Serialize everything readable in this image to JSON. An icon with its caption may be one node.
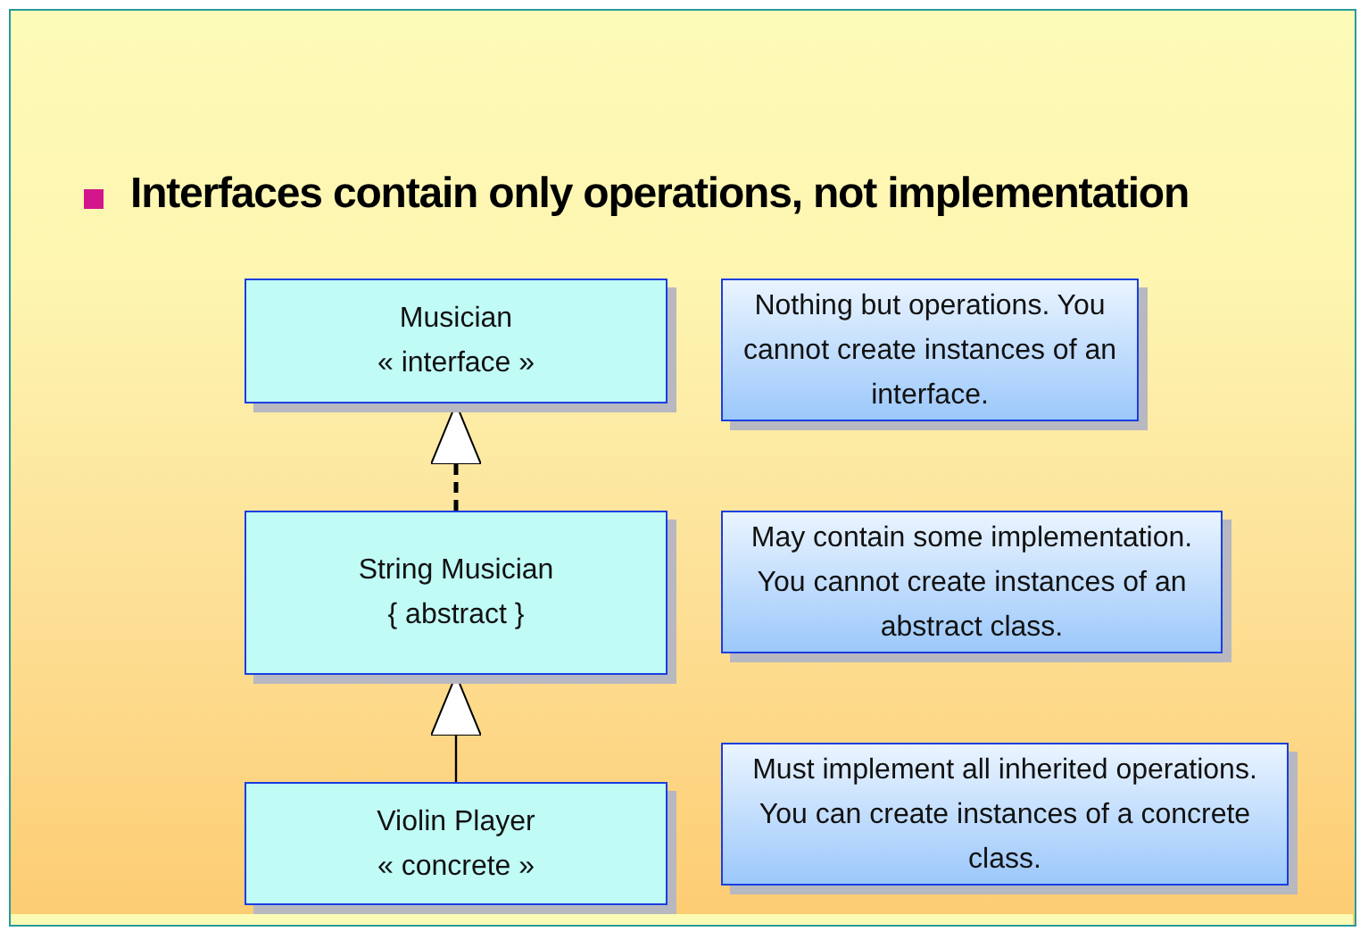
{
  "diagram": {
    "title": "Interfaces contain only operations, not implementation",
    "nodes": [
      {
        "text": [
          "Musician",
          "« interface »"
        ]
      },
      {
        "text": [
          "Nothing but operations. You cannot create instances of an interface."
        ]
      },
      {
        "text": [
          "String Musician",
          "{ abstract }"
        ]
      },
      {
        "text": [
          "May contain some implementation. You cannot create instances of an abstract class."
        ]
      },
      {
        "text": [
          "Violin Player",
          "« concrete »"
        ]
      },
      {
        "text": [
          "Must implement all inherited operations. You can create instances of a concrete class."
        ]
      }
    ],
    "edges": [
      {
        "from": 2,
        "to": 0,
        "arrow": "to",
        "style": "dashed"
      },
      {
        "from": 4,
        "to": 2,
        "arrow": "to"
      }
    ]
  }
}
